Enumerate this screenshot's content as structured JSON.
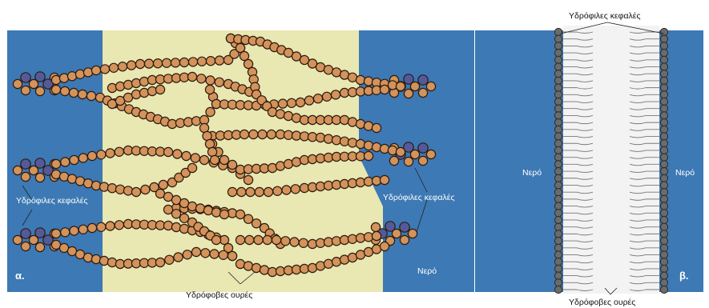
{
  "panel_a": {
    "letter": "α.",
    "label_heads_left": "Υδρόφιλες κεφαλές",
    "label_heads_right": "Υδρόφιλες κεφαλές",
    "label_tails": "Υδρόφοβες ουρές",
    "label_water": "Νερό"
  },
  "panel_b": {
    "letter": "β.",
    "label_heads_top": "Υδρόφιλες κεφαλές",
    "label_tails_bottom": "Υδρόφοβες ουρές",
    "label_water_left": "Νερό",
    "label_water_right": "Νερό"
  },
  "colors": {
    "water": "#3d79b4",
    "core": "#e9e7b2",
    "tail_bead": "#d4935a",
    "head_bead": "#545a99",
    "bead_stroke": "#2a1a10",
    "membrane_head": "#6b6b6b",
    "membrane_core": "#f3f3f3"
  }
}
